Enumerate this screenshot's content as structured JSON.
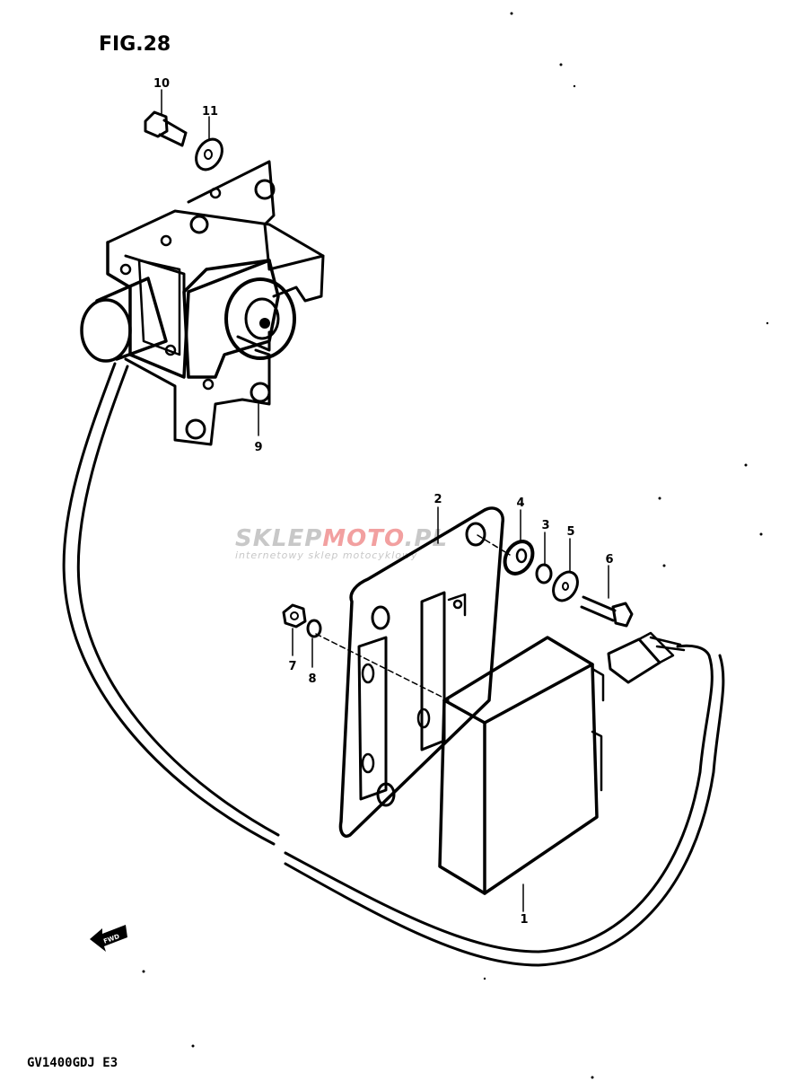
{
  "figure": {
    "title": "FIG.28",
    "model_code": "GV1400GDJ E3"
  },
  "watermark": {
    "brand_a": "SKLEP",
    "brand_b": "MOTO",
    "brand_c": ".PL",
    "tagline": "internetowy sklep motocyklowy",
    "color_a": "#c8c8c8",
    "color_b": "#f2a0a0"
  },
  "direction_arrow": {
    "text": "FWD"
  },
  "part_numbers": {
    "p1": "1",
    "p2": "2",
    "p3": "3",
    "p4": "4",
    "p5": "5",
    "p6": "6",
    "p7": "7",
    "p8": "8",
    "p9": "9",
    "p10": "10",
    "p11": "11"
  }
}
